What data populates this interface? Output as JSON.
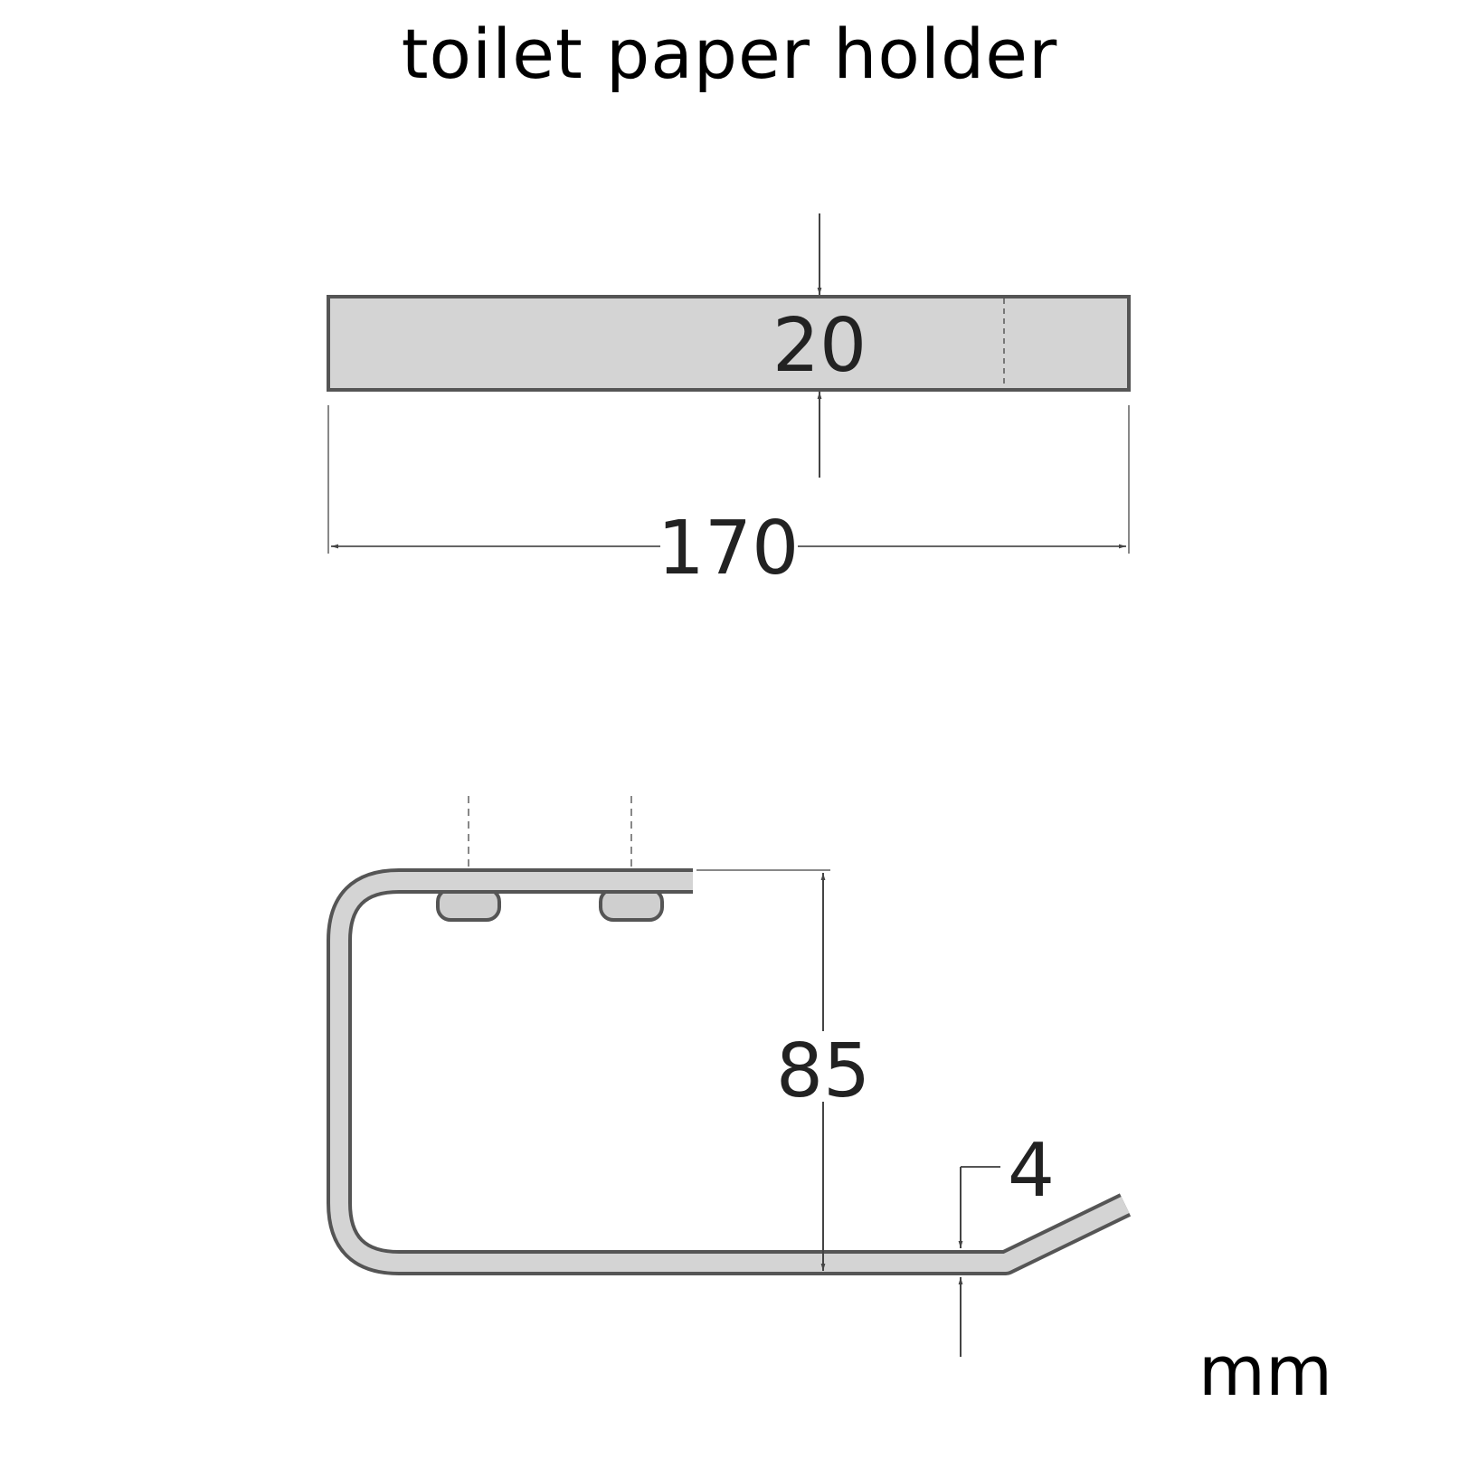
{
  "title": "toilet paper holder",
  "unit": "mm",
  "dimensions": {
    "top_view_height": "20",
    "top_view_width": "170",
    "side_view_height": "85",
    "side_view_thickness": "4"
  },
  "colors": {
    "line": "#555555",
    "fill": "#d4d4d4",
    "text": "#222222"
  }
}
